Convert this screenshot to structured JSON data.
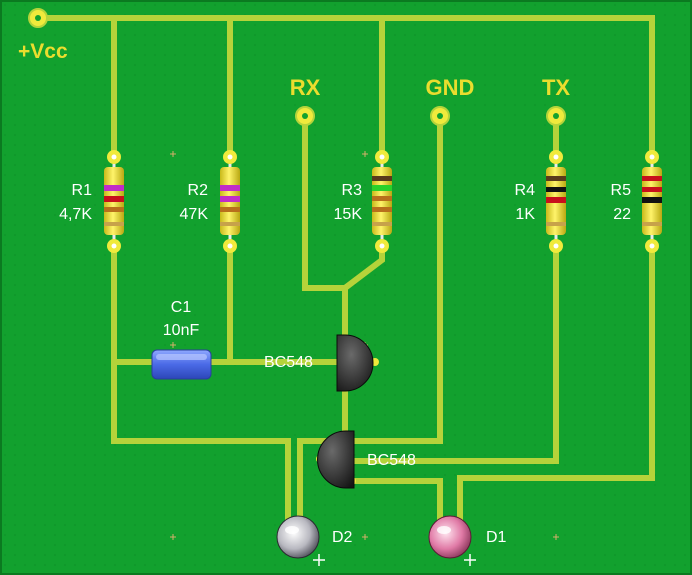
{
  "colors": {
    "board": "#12a12e",
    "board_border": "#0b7a20",
    "trace": "#b5d33a",
    "pad": "#f0ea3c",
    "label_yellow": "#eadd2e",
    "label_white": "#ffffff"
  },
  "nets": {
    "vcc": "+Vcc",
    "rx": "RX",
    "gnd": "GND",
    "tx": "TX"
  },
  "components": {
    "r1": {
      "name": "R1",
      "value": "4,7K"
    },
    "r2": {
      "name": "R2",
      "value": "47K"
    },
    "r3": {
      "name": "R3",
      "value": "15K"
    },
    "r4": {
      "name": "R4",
      "value": "1K"
    },
    "r5": {
      "name": "R5",
      "value": "22"
    },
    "c1": {
      "name": "C1",
      "value": "10nF"
    },
    "q1": {
      "name": "BC548"
    },
    "q2": {
      "name": "BC548"
    },
    "d1": {
      "name": "D1"
    },
    "d2": {
      "name": "D2"
    }
  },
  "icons": {
    "resistor": "resistor-icon",
    "capacitor": "capacitor-icon",
    "transistor": "transistor-icon",
    "led": "led-icon"
  }
}
